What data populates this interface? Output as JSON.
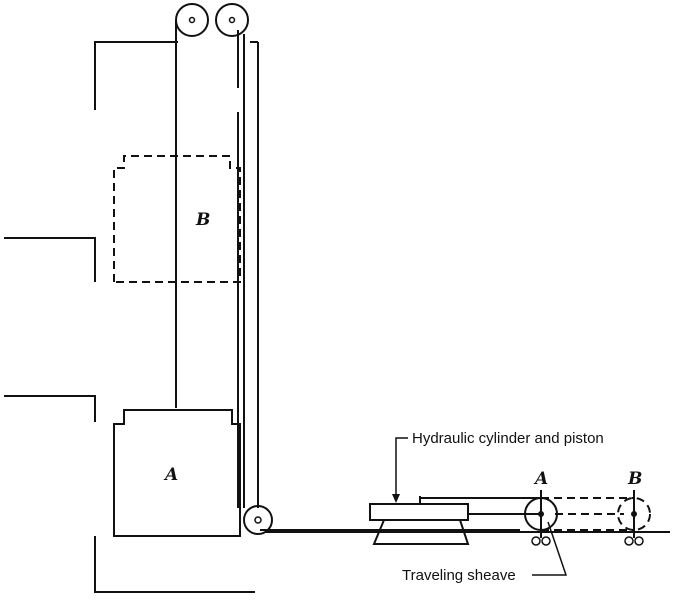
{
  "labels": {
    "car_position_a": "A",
    "car_position_b": "B",
    "sheave_position_a": "A",
    "sheave_position_b": "B",
    "hydraulic_label": "Hydraulic cylinder and piston",
    "traveling_sheave_label": "Traveling sheave"
  },
  "colors": {
    "ink": "#111111",
    "paper": "#ffffff"
  }
}
